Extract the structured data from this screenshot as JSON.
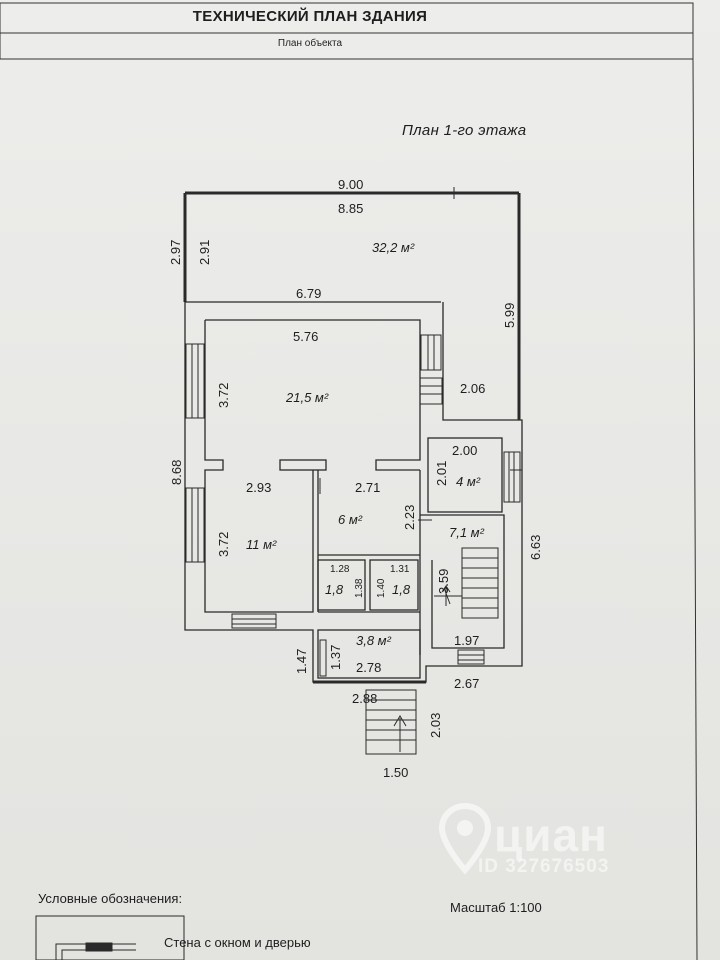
{
  "header": {
    "title": "ТЕХНИЧЕСКИЙ ПЛАН ЗДАНИЯ",
    "subtitle": "План объекта"
  },
  "floor_title": "План 1-го этажа",
  "dimensions": {
    "outer_top": "9.00",
    "inner_top": "8.85",
    "left_outer_top": "2.97",
    "left_inner_top": "2.91",
    "right_top": "5.99",
    "mid_width": "6.79",
    "hall_width": "5.76",
    "hall_height": "3.72",
    "right_notch": "2.06",
    "left_total": "8.68",
    "small_room_width": "2.00",
    "small_room_height": "2.01",
    "room11_width": "2.93",
    "corridor_width": "2.71",
    "corridor_height": "2.23",
    "room11_height": "3.72",
    "right_total": "6.63",
    "wc1_width": "1.28",
    "wc1_height": "1.38",
    "wc2_width": "1.40",
    "wc2_width_b": "1.31",
    "stair_height": "3.59",
    "stair_width": "1.97",
    "porch_height_outer": "1.47",
    "porch_height_inner": "1.37",
    "porch_width_inner": "2.78",
    "porch_width_outer": "2.88",
    "stair_block_width": "2.67",
    "steps_length": "2.03",
    "steps_width": "1.50"
  },
  "areas": {
    "terrace": "32,2 м²",
    "hall": "21,5 м²",
    "small_room": "4 м²",
    "room11": "11 м²",
    "corridor": "6 м²",
    "stair_room": "7,1 м²",
    "wc1": "1,8",
    "wc2": "1,8",
    "porch": "3,8 м²"
  },
  "watermark": {
    "brand": "циан",
    "id": "ID 327676503"
  },
  "legend": {
    "title": "Условные обозначения:",
    "wall_item": "Стена с окном и дверью"
  },
  "scale": "Масштаб 1:100"
}
